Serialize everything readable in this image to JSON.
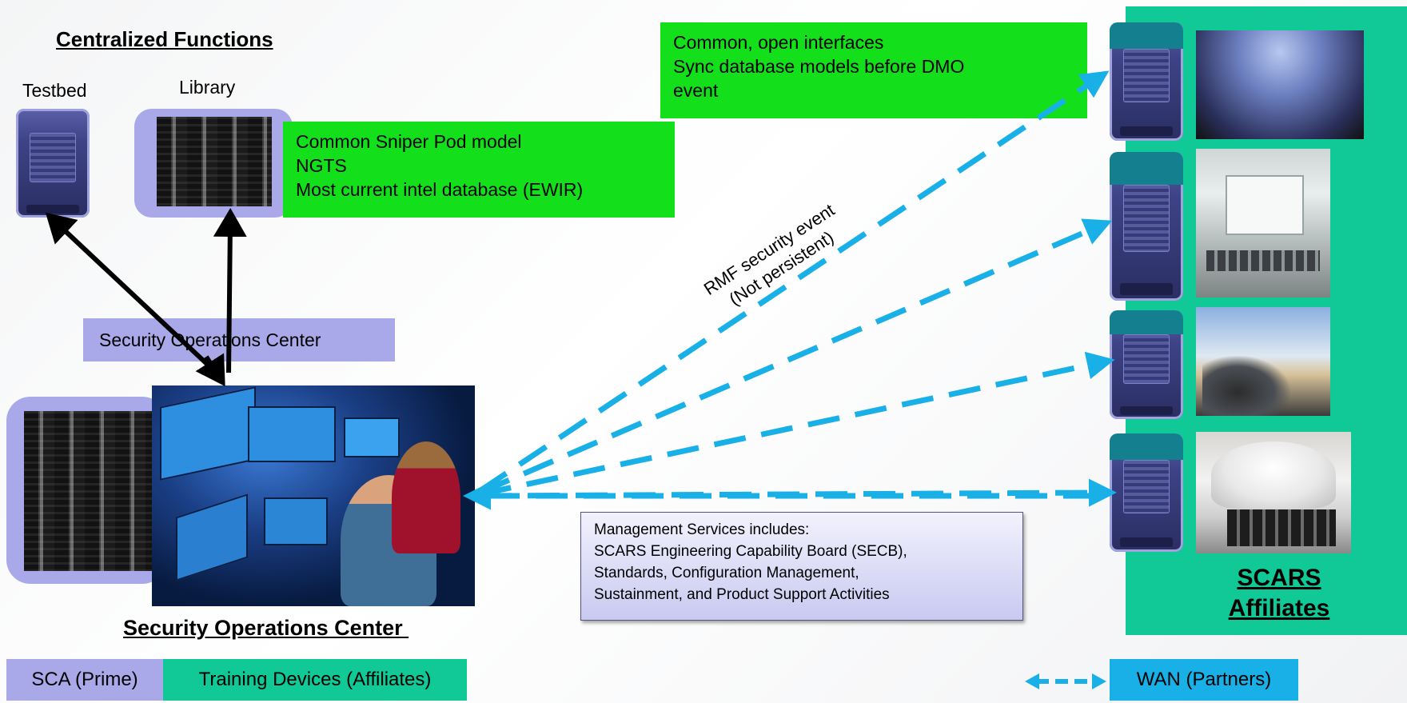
{
  "centralized": {
    "title": "Centralized Functions",
    "testbed_label": "Testbed",
    "library_label": "Library",
    "green_lines": [
      "Common Sniper Pod model",
      "NGTS",
      "Most current intel database (EWIR)"
    ]
  },
  "soc": {
    "box_label": "Security Operations Center",
    "caption": "Security Operations Center "
  },
  "top_green": {
    "lines": [
      "Common, open interfaces",
      "Sync database models before DMO",
      "event"
    ]
  },
  "rmf": {
    "line1": "RMF security event",
    "line2": "(Not persistent)"
  },
  "management": {
    "lines": [
      "Management Services includes:",
      "SCARS Engineering Capability Board (SECB),",
      "Standards, Configuration Management,",
      "Sustainment, and Product Support Activities"
    ]
  },
  "affiliates": {
    "line1": "SCARS",
    "line2": "Affiliates"
  },
  "legend": {
    "prime": "SCA (Prime)",
    "devices": "Training Devices (Affiliates)",
    "wan": "WAN (Partners)"
  },
  "colors": {
    "green": "#13e01b",
    "lavender": "#a9a9ea",
    "teal": "#10c997",
    "wan_blue": "#18b0e6",
    "arrow_black": "#000000"
  },
  "icons": [
    "server-tower-icon",
    "data-center-photo",
    "simulator-photo",
    "dashed-arrow-icon"
  ]
}
